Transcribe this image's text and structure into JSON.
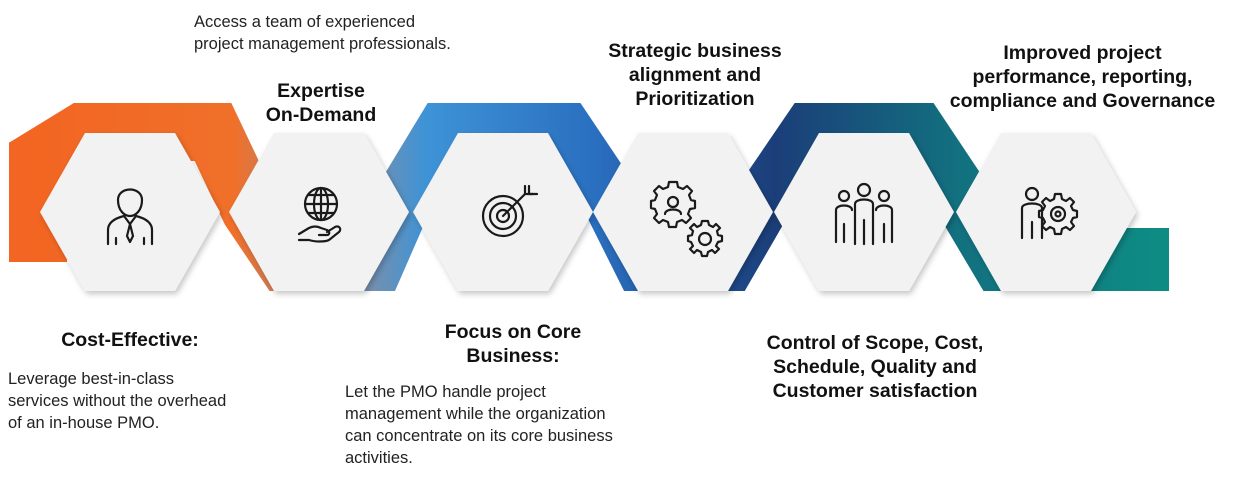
{
  "steps": [
    {
      "title_lines": [
        "Cost-Effective:"
      ],
      "desc_lines": [
        "Leverage best-in-class",
        "services without the overhead",
        "of an in-house PMO."
      ],
      "icon": "businessman-icon"
    },
    {
      "title_lines": [
        "Expertise",
        "On-Demand"
      ],
      "desc_lines": [
        "Access a team of experienced",
        "project management professionals."
      ],
      "icon": "globe-in-hand-icon"
    },
    {
      "title_lines": [
        "Focus on Core",
        "Business:"
      ],
      "desc_lines": [
        "Let the PMO handle project",
        "management while the organization",
        "can concentrate on its core business",
        "activities."
      ],
      "icon": "target-arrow-icon"
    },
    {
      "title_lines": [
        "Strategic business",
        "alignment and",
        "Prioritization"
      ],
      "icon": "gears-user-icon"
    },
    {
      "title_lines": [
        "Control of Scope, Cost,",
        "Schedule, Quality and",
        "Customer satisfaction"
      ],
      "icon": "team-icon"
    },
    {
      "title_lines": [
        "Improved project",
        "performance, reporting,",
        "compliance and Governance"
      ],
      "icon": "person-gear-icon"
    }
  ],
  "colors": {
    "orange": "#F26522",
    "blue_light": "#3A8FD8",
    "blue_dark": "#1B3E79",
    "teal": "#0E8C84",
    "hex_fill": "#F2F2F2",
    "icon_stroke": "#1A1A1A"
  }
}
